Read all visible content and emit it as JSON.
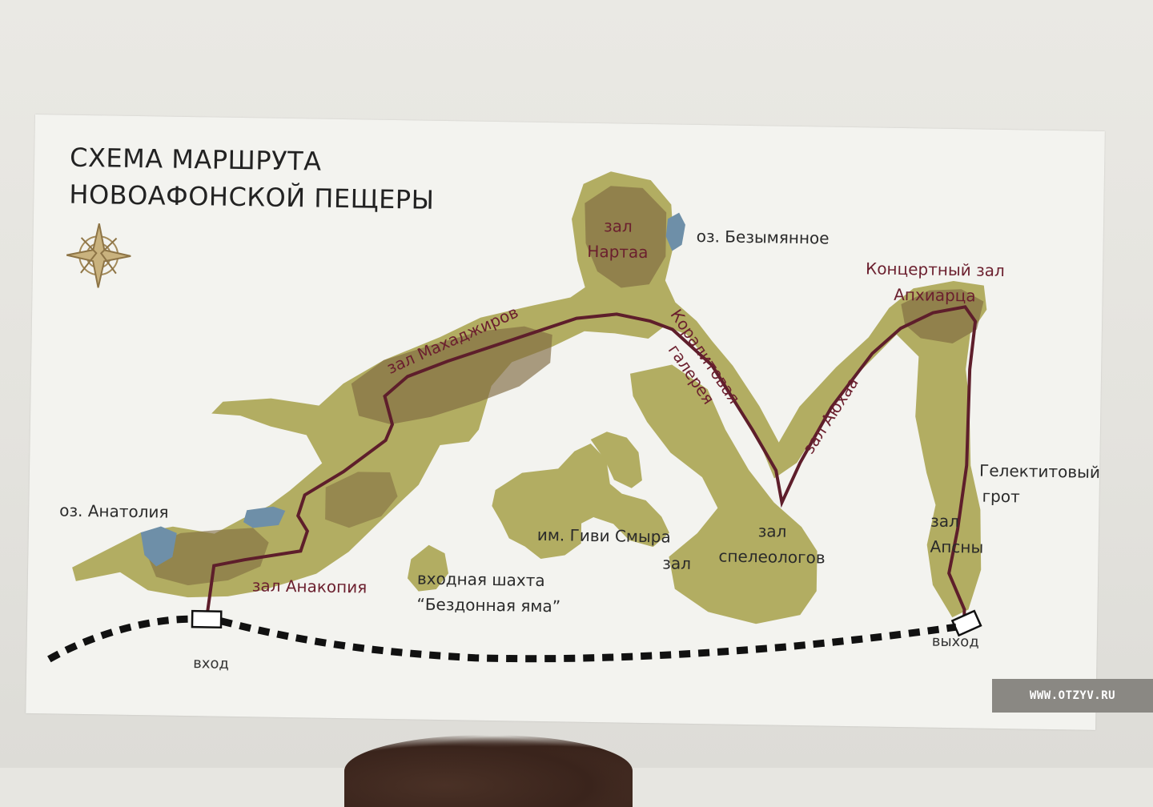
{
  "title": {
    "line1": "СХЕМА МАРШРУТА",
    "line2": "НОВОАФОНСКОЙ ПЕЩЕРЫ"
  },
  "halls": {
    "nartaa_1": "зал",
    "nartaa_2": "Нартаа",
    "lake_bezymyannoe": "оз. Безымянное",
    "concert_1": "Концертный зал",
    "concert_2": "Апхиарца",
    "mahadzhirov": "зал Махаджиров",
    "coral_1": "Коралитовая",
    "coral_2": "галерея",
    "ayuhaa": "зал Аюхаа",
    "gelectite_1": "Гелектитовый",
    "gelectite_2": "грот",
    "apsny_1": "зал",
    "apsny_2": "Апсны",
    "lake_anatolia": "оз. Анатолия",
    "givi": "им. Гиви Смыра",
    "givi_zal": "зал",
    "speleo_1": "зал",
    "speleo_2": "спелеологов",
    "anakopia": "зал Анакопия",
    "shaft_1": "входная шахта",
    "shaft_2": "“Бездонная яма”",
    "entrance": "вход",
    "exit": "выход"
  },
  "colors": {
    "cave": "#b2ad62",
    "cave_dark": "#7f6a40",
    "lake": "#6e8fa8",
    "route": "#5e1e2b",
    "compass": "#a38a5a"
  },
  "icons": {
    "compass": "compass-rose-icon"
  },
  "watermark": "WWW.OTZYV.RU"
}
